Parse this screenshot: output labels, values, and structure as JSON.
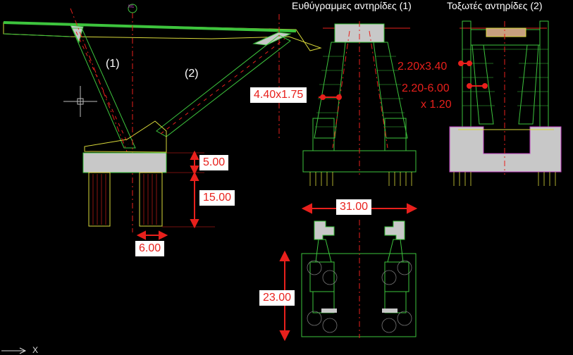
{
  "titles": {
    "straight": "Ευθύγραμμες αντηρίδες (1)",
    "arched": "Τοξωτές αντηρίδες (2)"
  },
  "markers": {
    "strut1": "(1)",
    "strut2": "(2)",
    "node": "M1",
    "axis": "X"
  },
  "dimensions": {
    "cap_height": "5.00",
    "pile_length": "15.00",
    "pile_width": "6.00",
    "strut_section_straight": "4.40x1.75",
    "strut_section_arched_top": "2.20x3.40",
    "strut_section_arched_var": "2.20-6.00",
    "strut_section_arched_var2": "x 1.20",
    "plan_width": "31.00",
    "plan_length": "23.00"
  },
  "colors": {
    "green": "#3dc43d",
    "yellow": "#d8d83a",
    "red": "#e8201c",
    "gray": "#c8c8c8",
    "magenta": "#c040c0",
    "background": "#000000"
  }
}
